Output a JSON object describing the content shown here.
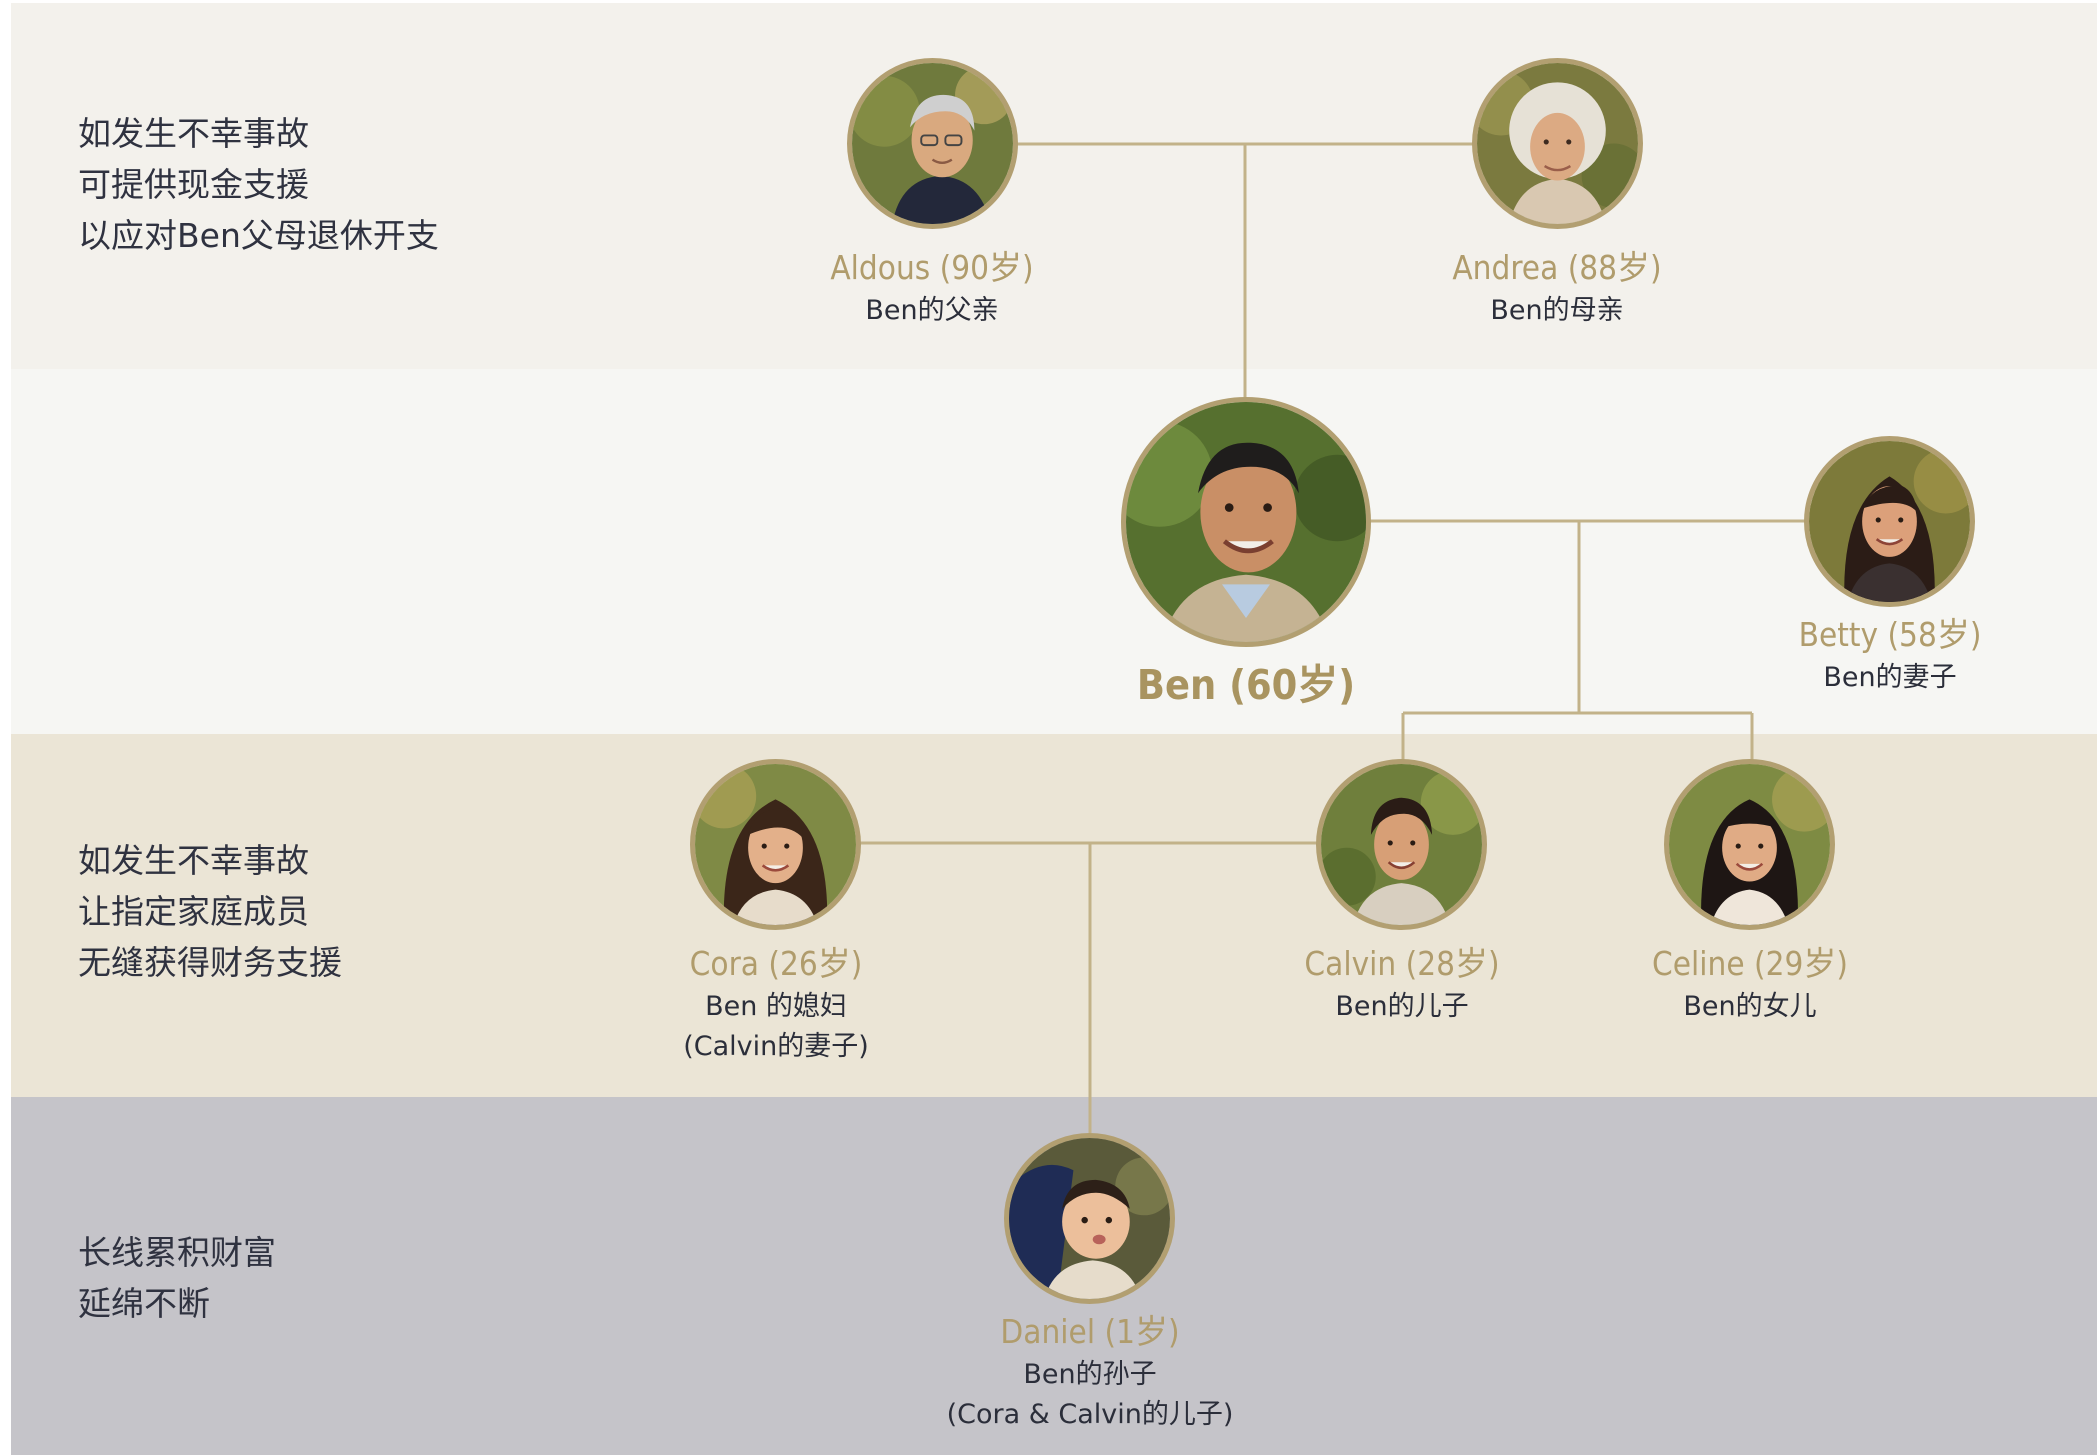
{
  "bands": [
    {
      "lines": [
        "如发生不幸事故",
        "可提供现金支援",
        "以应对Ben父母退休开支"
      ]
    },
    {
      "lines": []
    },
    {
      "lines": [
        "如发生不幸事故",
        "让指定家庭成员",
        "无缝获得财务支援"
      ]
    },
    {
      "lines": [
        "长线累积财富",
        "延绵不断"
      ]
    }
  ],
  "members": {
    "aldous": {
      "name": "Aldous (90岁)",
      "relation": [
        "Ben的父亲"
      ]
    },
    "andrea": {
      "name": "Andrea (88岁)",
      "relation": [
        "Ben的母亲"
      ]
    },
    "ben": {
      "name": "Ben (60岁)",
      "relation": []
    },
    "betty": {
      "name": "Betty (58岁)",
      "relation": [
        "Ben的妻子"
      ]
    },
    "cora": {
      "name": "Cora (26岁)",
      "relation": [
        "Ben 的媳妇",
        "(Calvin的妻子)"
      ]
    },
    "calvin": {
      "name": "Calvin (28岁)",
      "relation": [
        "Ben的儿子"
      ]
    },
    "celine": {
      "name": "Celine (29岁)",
      "relation": [
        "Ben的女儿"
      ]
    },
    "daniel": {
      "name": "Daniel (1岁)",
      "relation": [
        "Ben的孙子",
        "(Cora & Calvin的儿子)"
      ]
    }
  },
  "colors": {
    "accent_gold": "#b29f71",
    "text_dark": "#2f3240",
    "band_1": "#f3f1ec",
    "band_2": "#f6f6f3",
    "band_3": "#ebe5d6",
    "band_4": "#c5c4c9"
  }
}
